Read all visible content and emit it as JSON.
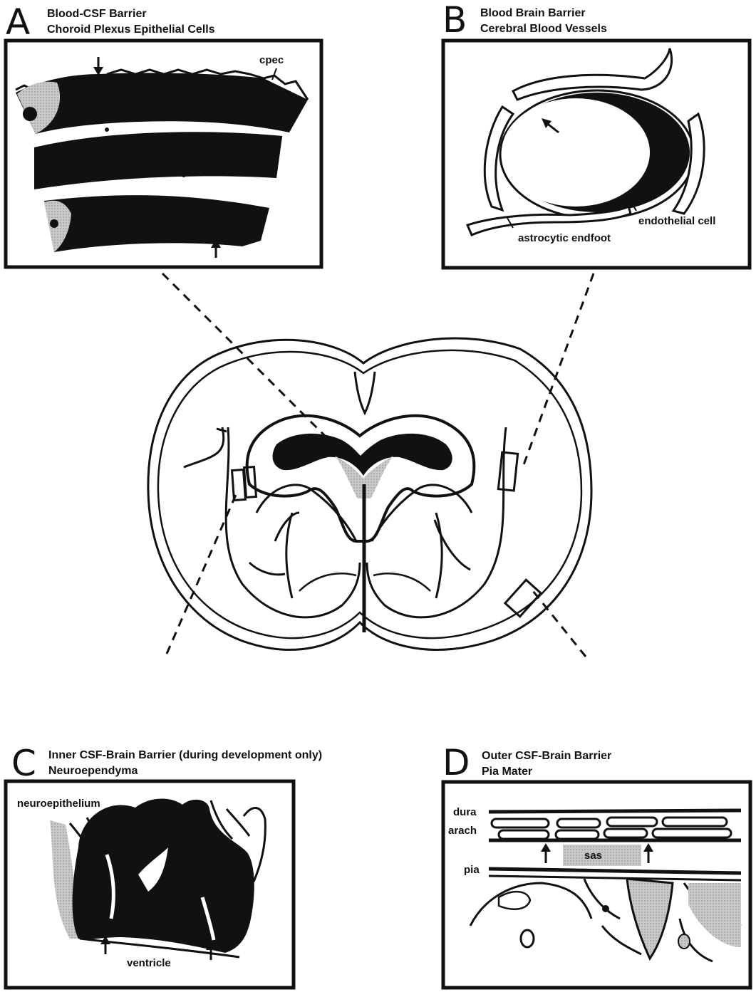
{
  "panels": {
    "a": {
      "letter": "A",
      "title": "Blood-CSF Barrier",
      "subtitle": "Choroid Plexus Epithelial Cells",
      "labels": {
        "cpec": "cpec"
      }
    },
    "b": {
      "letter": "B",
      "title": "Blood Brain Barrier",
      "subtitle": "Cerebral Blood Vessels",
      "labels": {
        "endothelial": "endothelial cell",
        "endfoot": "astrocytic endfoot"
      }
    },
    "c": {
      "letter": "C",
      "title": "Inner CSF-Brain Barrier (during development only)",
      "subtitle": "Neuroependyma",
      "labels": {
        "neuroepithelium": "neuroepithelium",
        "ventricle": "ventricle"
      }
    },
    "d": {
      "letter": "D",
      "title": "Outer CSF-Brain Barrier",
      "subtitle": "Pia Mater",
      "labels": {
        "dura": "dura",
        "arach": "arach",
        "sas": "sas",
        "pia": "pia"
      }
    }
  }
}
